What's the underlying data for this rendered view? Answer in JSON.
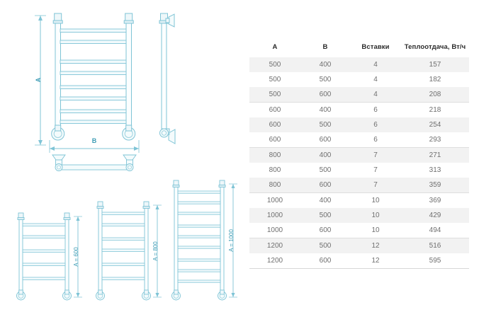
{
  "drawing": {
    "title": "towel-radiator-technical-drawing",
    "line_color": "#7fc4d6",
    "fill_color": "#e8f4f7",
    "label_color": "#3d9cb5",
    "main_view": {
      "height_label": "A",
      "width_label": "B",
      "rungs": 8
    },
    "side_view": {
      "name": "side-profile-view"
    },
    "bottom_view": {
      "name": "bottom-plan-view"
    },
    "variants": [
      {
        "label": "A = 600",
        "rungs": 5
      },
      {
        "label": "A = 800",
        "rungs": 6
      },
      {
        "label": "A = 1000",
        "rungs": 9
      }
    ]
  },
  "table": {
    "name": "specifications-table",
    "headers": [
      "A",
      "B",
      "Вставки",
      "Теплоотдача, Вт/ч"
    ],
    "rows": [
      [
        "500",
        "400",
        "4",
        "157"
      ],
      [
        "500",
        "500",
        "4",
        "182"
      ],
      [
        "500",
        "600",
        "4",
        "208"
      ],
      [
        "600",
        "400",
        "6",
        "218"
      ],
      [
        "600",
        "500",
        "6",
        "254"
      ],
      [
        "600",
        "600",
        "6",
        "293"
      ],
      [
        "800",
        "400",
        "7",
        "271"
      ],
      [
        "800",
        "500",
        "7",
        "313"
      ],
      [
        "800",
        "600",
        "7",
        "359"
      ],
      [
        "1000",
        "400",
        "10",
        "369"
      ],
      [
        "1000",
        "500",
        "10",
        "429"
      ],
      [
        "1000",
        "600",
        "10",
        "494"
      ],
      [
        "1200",
        "500",
        "12",
        "516"
      ],
      [
        "1200",
        "600",
        "12",
        "595"
      ]
    ]
  }
}
